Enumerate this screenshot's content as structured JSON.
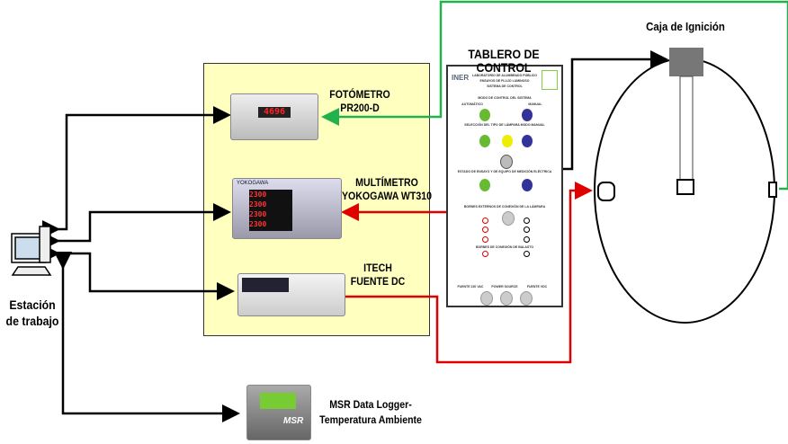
{
  "labels": {
    "photometer": "FOTÓMETRO\nPR200-D",
    "multimeter": "MULTÍMETRO\nYOKOGAWA WT310",
    "dc_source": "ITECH\nFUENTE DC",
    "control_panel": "TABLERO DE CONTROL",
    "ignition_box": "Caja de Ignición",
    "workstation": "Estación\nde trabajo",
    "datalogger": "MSR Data Logger-\nTemperatura Ambiente"
  },
  "photometer_display": "4696",
  "multimeter_brand": "YOKOGAWA",
  "logger_brand": "MSR",
  "panel": {
    "logo": "INER",
    "header": [
      "LABORATORIO DE ALUMBRADO PÚBLICO",
      "ENSAYOS DE FLUJO LUMINOSO",
      "SISTEMA DE CONTROL"
    ],
    "section_mode": "MODO DE CONTROL DEL SISTEMA",
    "auto": "AUTOMÁTICO",
    "manual": "MANUAL",
    "section_lamp": "SELECCIÓN DEL TIPO DE LÁMPARA MODO MANUAL",
    "section_state": "ESTADO DE ENSAYO Y DE EQUIPO DE MEDICIÓN ELÉCTRICA",
    "section_terminals": "BORNES EXTERNOS DE CONEXIÓN DE LA LÁMPARA",
    "section_ballast": "BORNES DE CONEXIÓN DE BALASTO",
    "bottom": [
      "FUENTE 220 VAC",
      "POWER SOURCE",
      "FUENTE VDC"
    ]
  },
  "colors": {
    "green_line": "#22b14c",
    "red_line": "#e00000",
    "black_line": "#000000",
    "box": "#ffffc0"
  }
}
